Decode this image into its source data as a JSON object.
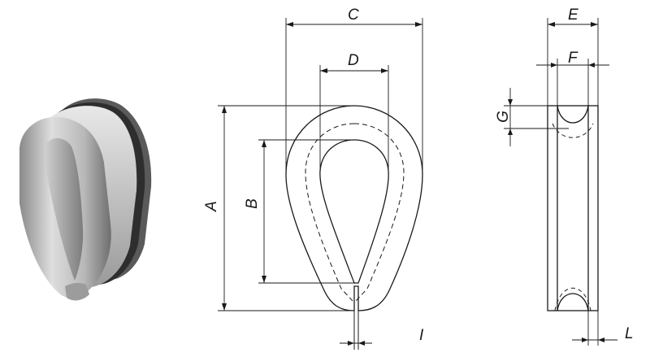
{
  "dimensions": {
    "A": "A",
    "B": "B",
    "C": "C",
    "D": "D",
    "E": "E",
    "F": "F",
    "G": "G",
    "I": "I",
    "L": "L"
  },
  "colors": {
    "line": "#1a1a1a",
    "part_light": "#d6d6d6",
    "part_mid": "#a8a8a8",
    "part_dark": "#4a4a4a"
  },
  "icons": {
    "render": "thimble-3d-render"
  }
}
